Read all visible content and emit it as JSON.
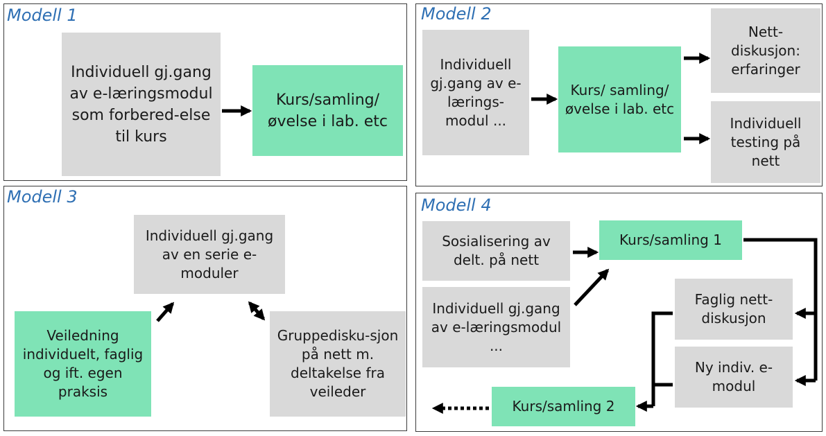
{
  "colors": {
    "gray_box": "#d9d9d9",
    "green_box": "#7fe3b6",
    "title": "#2e6fb3"
  },
  "m1": {
    "title": "Modell 1",
    "box1": "Individuell gj.gang av e-læringsmodul som forbered-else til kurs",
    "box2": "Kurs/samling/ øvelse i lab. etc"
  },
  "m2": {
    "title": "Modell 2",
    "box1": "Individuell gj.gang av e-lærings-modul ...",
    "box2": "Kurs/ samling/ øvelse i lab. etc",
    "box3": "Nett-diskusjon: erfaringer",
    "box4": "Individuell testing på nett"
  },
  "m3": {
    "title": "Modell 3",
    "box1": "Individuell gj.gang av en serie e-moduler",
    "box2": "Veiledning individuelt, faglig og ift. egen praksis",
    "box3": "Gruppedisku-sjon på nett m. deltakelse fra veileder"
  },
  "m4": {
    "title": "Modell 4",
    "box1": "Sosialisering av delt. på nett",
    "box2": "Individuell gj.gang av e-læringsmodul ...",
    "box3": "Kurs/samling 1",
    "box4": "Faglig nett-diskusjon",
    "box5": "Ny indiv. e-modul",
    "box6": "Kurs/samling 2"
  }
}
